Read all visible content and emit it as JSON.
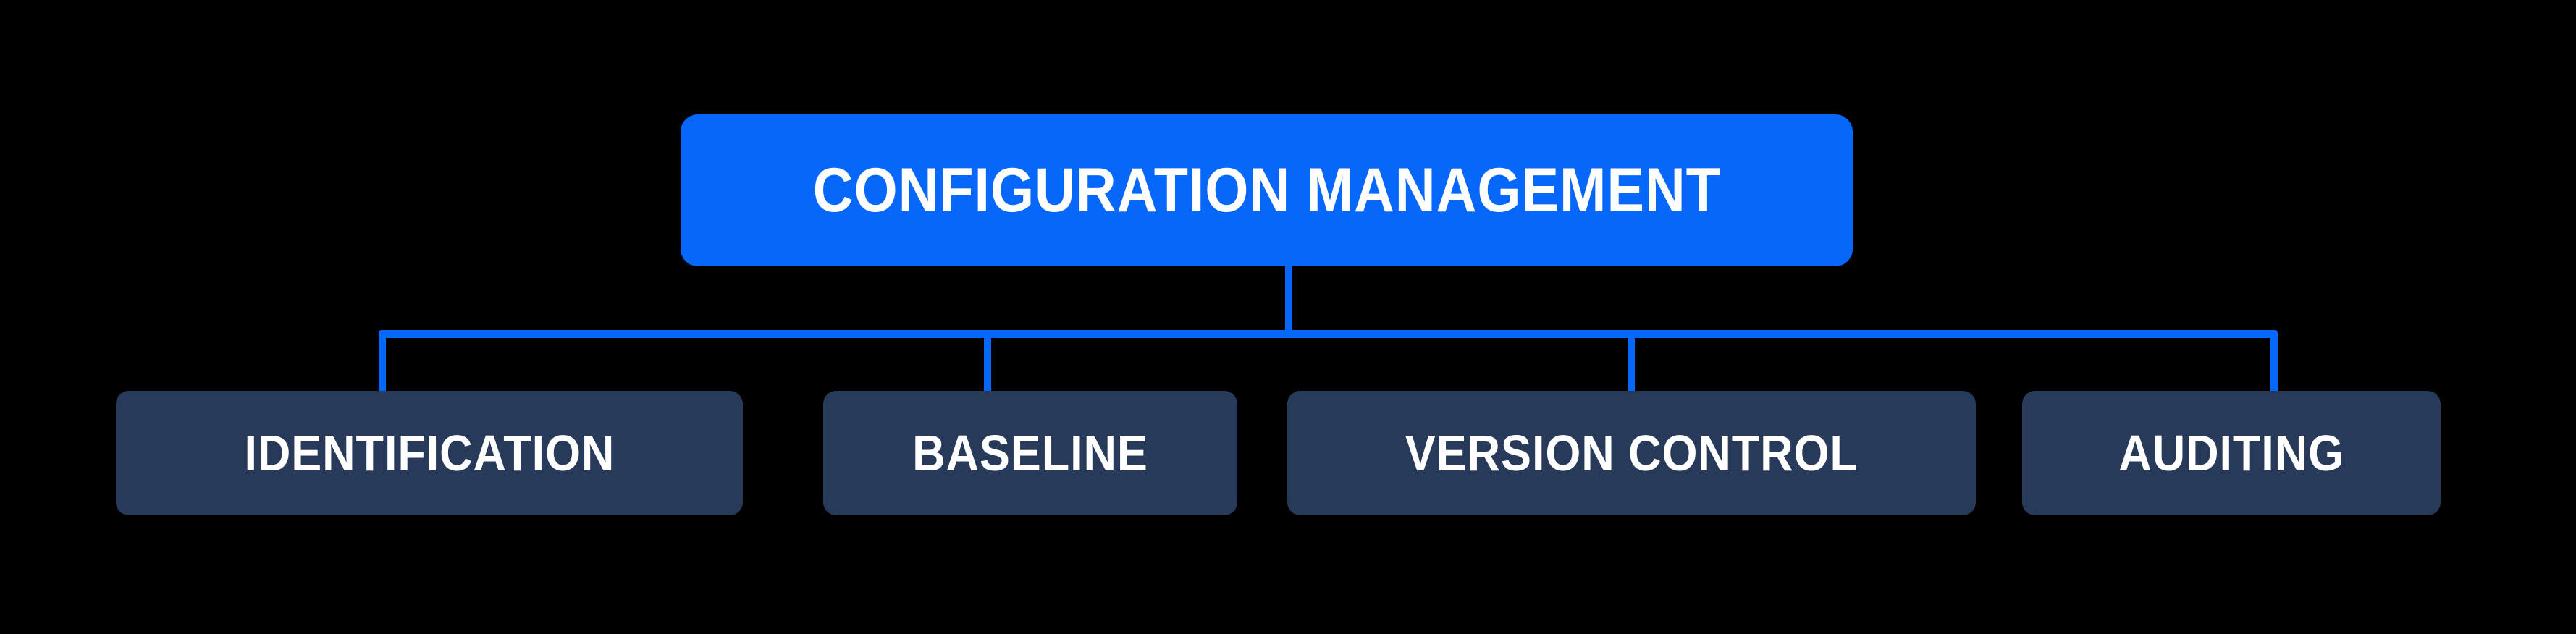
{
  "diagram": {
    "type": "org-chart",
    "root": {
      "label": "CONFIGURATION MANAGEMENT"
    },
    "children": [
      {
        "label": "IDENTIFICATION"
      },
      {
        "label": "BASELINE"
      },
      {
        "label": "VERSION CONTROL"
      },
      {
        "label": "AUDITING"
      }
    ]
  },
  "theme": {
    "background": "#000000",
    "root_fill": "#0667fb",
    "connector_color": "#0667fb",
    "child_fill": "#273a5a",
    "label_color": "#ffffff"
  }
}
